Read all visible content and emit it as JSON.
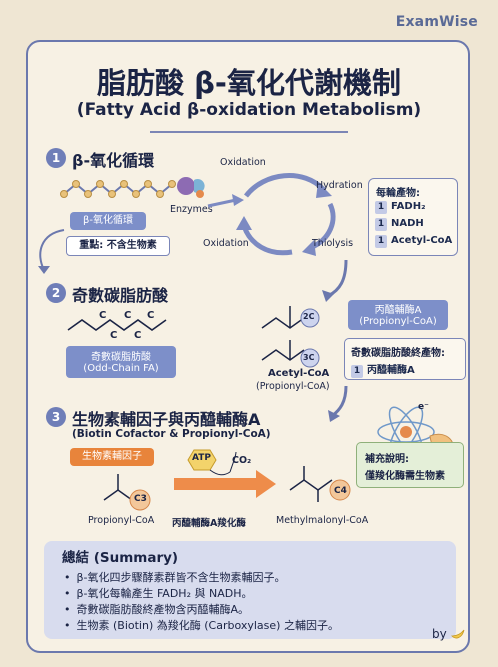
{
  "brand": "ExamWise",
  "title": "脂肪酸 β-氧化代謝機制",
  "subtitle": "(Fatty Acid β-oxidation Metabolism)",
  "section1": {
    "number": "1",
    "title": "β-氧化循環",
    "pill": "β-氧化循環",
    "note": "重點: 不含生物素",
    "enzymes_label": "Enzymes",
    "cycle_steps": [
      "Oxidation",
      "Hydration",
      "Oxidation",
      "Thiolysis"
    ],
    "products": {
      "heading": "每輪產物:",
      "items": [
        {
          "count": "1",
          "name": "FADH₂"
        },
        {
          "count": "1",
          "name": "NADH"
        },
        {
          "count": "1",
          "name": "Acetyl-CoA"
        }
      ]
    }
  },
  "section2": {
    "number": "2",
    "title": "奇數碳脂肪酸",
    "pill_line1": "奇數碳脂肪酸",
    "pill_line2": "(Odd-Chain FA)",
    "carbons_top": [
      "C",
      "C",
      "C"
    ],
    "carbons_bottom": [
      "C",
      "C"
    ],
    "mol_2c": "2C",
    "mol_3c": "3C",
    "acetyl_label": "Acetyl-CoA",
    "propionyl_label": "(Propionyl-CoA)",
    "propionyl_pill_line1": "丙醯輔酶A",
    "propionyl_pill_line2": "(Propionyl-CoA)",
    "end_products": {
      "heading": "奇數碳脂肪酸終產物:",
      "count": "1",
      "name": "丙醯輔酶A"
    }
  },
  "section3": {
    "number": "3",
    "title": "生物素輔因子與丙醯輔酶A",
    "subtitle": "(Biotin Cofactor & Propionyl-CoA)",
    "biotin_pill": "生物素輔因子",
    "atp": "ATP",
    "co2": "CO₂",
    "c3": "C3",
    "c4": "C4",
    "left_label": "Propionyl-CoA",
    "middle_label": "丙醯輔酶A羧化酶",
    "right_label": "Methylmalonyl-CoA",
    "electron": "e⁻",
    "note_line1": "補充說明:",
    "note_line2": "僅羧化酶需生物素"
  },
  "summary": {
    "heading": "總結 (Summary)",
    "items": [
      "β-氧化四步驟酵素群皆不含生物素輔因子。",
      "β-氧化每輪產生 FADH₂ 與 NADH。",
      "奇數碳脂肪酸終產物含丙醯輔酶A。",
      "生物素 (Biotin) 為羧化酶 (Carboxylase) 之輔因子。"
    ]
  },
  "footer": "by"
}
